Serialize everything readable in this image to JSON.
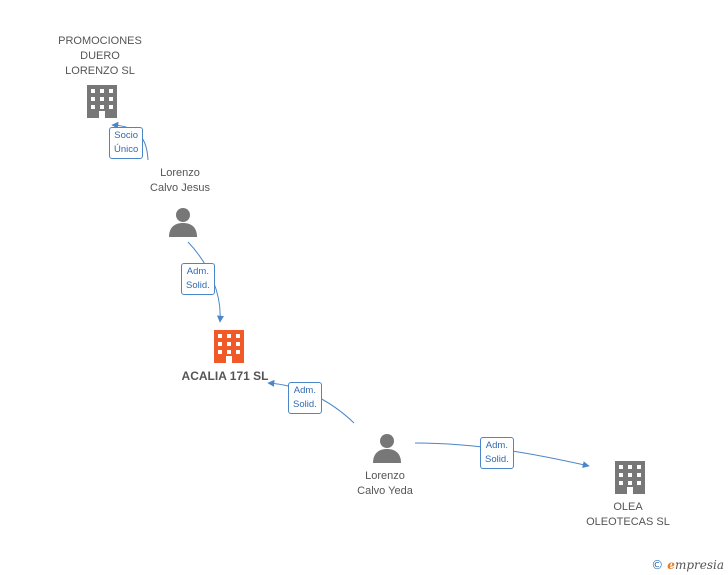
{
  "nodes": {
    "promociones": {
      "lines": [
        "PROMOCIONES",
        "DUERO",
        "LORENZO SL"
      ],
      "type": "company"
    },
    "lorenzo_jesus": {
      "lines": [
        "Lorenzo",
        "Calvo Jesus"
      ],
      "type": "person"
    },
    "acalia": {
      "lines": [
        "ACALIA 171 SL"
      ],
      "type": "company-main"
    },
    "lorenzo_yeda": {
      "lines": [
        "Lorenzo",
        "Calvo Yeda"
      ],
      "type": "person"
    },
    "olea": {
      "lines": [
        "OLEA",
        "OLEOTECAS SL"
      ],
      "type": "company"
    }
  },
  "edges": {
    "e1": {
      "lines": [
        "Socio",
        "Único"
      ]
    },
    "e2": {
      "lines": [
        "Adm.",
        "Solid."
      ]
    },
    "e3": {
      "lines": [
        "Adm.",
        "Solid."
      ]
    },
    "e4": {
      "lines": [
        "Adm.",
        "Solid."
      ]
    }
  },
  "colors": {
    "edge": "#4a86c8",
    "company_icon": "#777777",
    "main_icon": "#f05a28",
    "person_icon": "#777777"
  },
  "icons": {
    "company": "building-icon",
    "person": "person-icon"
  },
  "brand": {
    "copyright": "©",
    "e": "e",
    "rest": "mpresia"
  }
}
